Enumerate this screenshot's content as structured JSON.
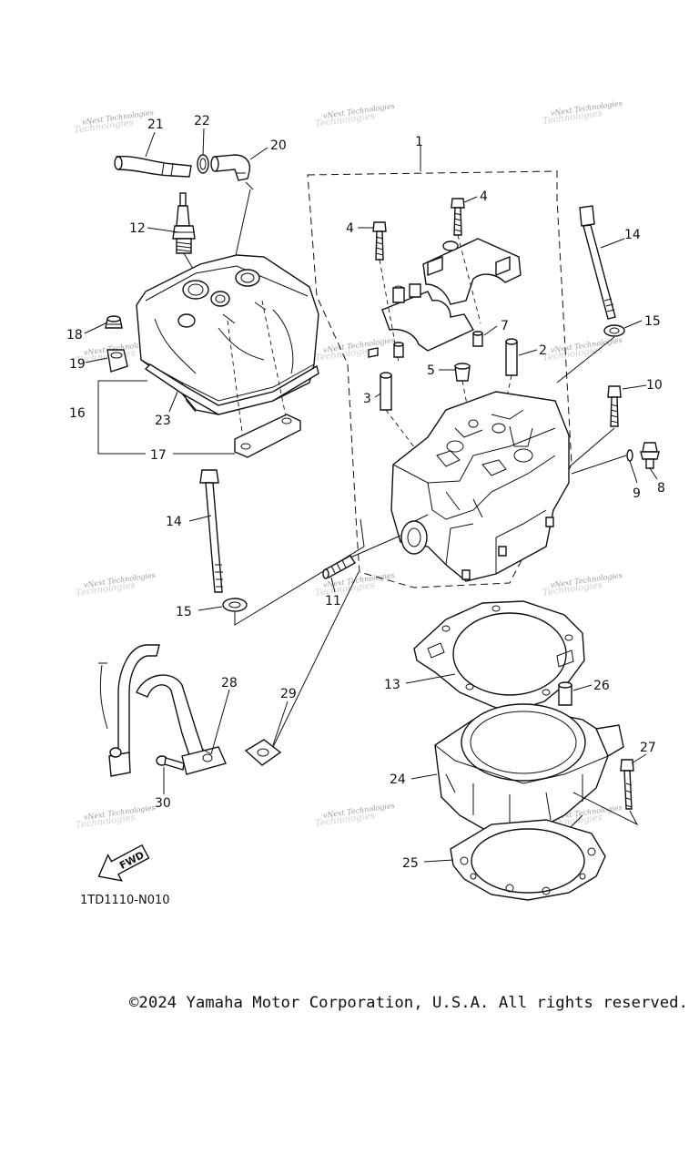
{
  "diagram": {
    "code": "1TD1110-N010",
    "fwd_label": "FWD",
    "copyright": "©2024 Yamaha Motor Corporation, U.S.A. All rights reserved.",
    "watermark_line1": "vNext Technologies",
    "watermark_line2": "Technologies",
    "callouts": [
      "1",
      "2",
      "3",
      "4",
      "4",
      "5",
      "7",
      "8",
      "9",
      "10",
      "11",
      "12",
      "13",
      "14",
      "14",
      "15",
      "15",
      "16",
      "17",
      "18",
      "19",
      "20",
      "21",
      "22",
      "23",
      "24",
      "25",
      "26",
      "27",
      "28",
      "29",
      "30"
    ]
  }
}
